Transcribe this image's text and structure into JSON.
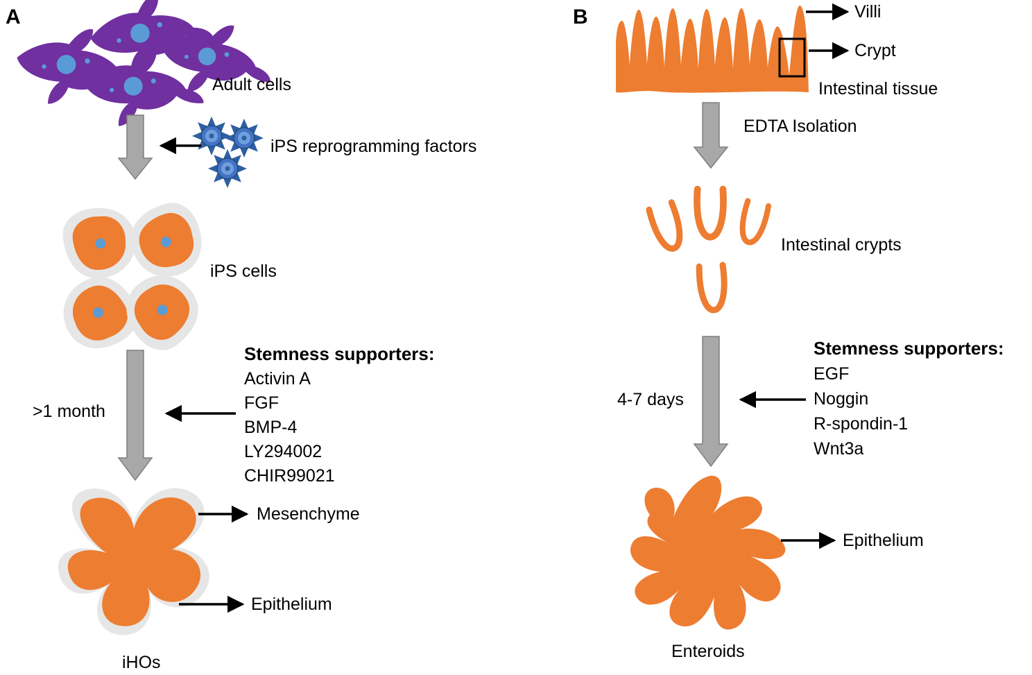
{
  "colors": {
    "orange": "#ED7D31",
    "purple": "#7030A0",
    "blue": "#4472C4",
    "blue_dark": "#2E5FA3",
    "blue_mid": "#6FA0DC",
    "lightblue": "#5B9BD5",
    "halo_gray": "#E6E6E6",
    "arrow_gray": "#A8A8A8",
    "arrow_edge_gray": "#7F7F7F",
    "text": "#000000"
  },
  "panel_a": {
    "label": "A",
    "adult_cells_label": "Adult cells",
    "reprogramming_factors_label": "iPS reprogramming factors",
    "ips_cells_label": "iPS cells",
    "duration_label": ">1 month",
    "stemness_title": "Stemness supporters:",
    "stemness_items": [
      "Activin A",
      "FGF",
      "BMP-4",
      "LY294002",
      "CHIR99021"
    ],
    "mesenchyme_label": "Mesenchyme",
    "epithelium_label": "Epithelium",
    "result_label": "iHOs"
  },
  "panel_b": {
    "label": "B",
    "villi_label": "Villi",
    "crypt_label": "Crypt",
    "tissue_label": "Intestinal tissue",
    "isolation_label": "EDTA Isolation",
    "crypts_label": "Intestinal crypts",
    "duration_label": "4-7 days",
    "stemness_title": "Stemness supporters:",
    "stemness_items": [
      "EGF",
      "Noggin",
      "R-spondin-1",
      "Wnt3a"
    ],
    "epithelium_label": "Epithelium",
    "result_label": "Enteroids"
  }
}
